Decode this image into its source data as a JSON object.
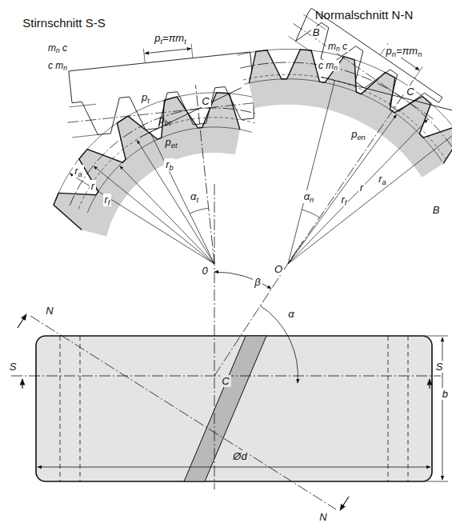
{
  "diagram": {
    "labels": [
      "Normalschnitt N-N",
      "Stirnschnitt S-S",
      "pt=πmt",
      "mn c",
      "c mn",
      "pt",
      "C",
      "pbt",
      "pet",
      "ra",
      "r",
      "rf",
      "rb",
      "αt",
      "0",
      "B",
      "mn c",
      "c mn",
      "pn=πmn",
      "C",
      "pen",
      "B",
      "αn",
      "rf",
      "r",
      "ra",
      "O",
      "β",
      "α",
      "N",
      "N",
      "S",
      "S",
      "C",
      "b",
      "Ød"
    ]
  }
}
